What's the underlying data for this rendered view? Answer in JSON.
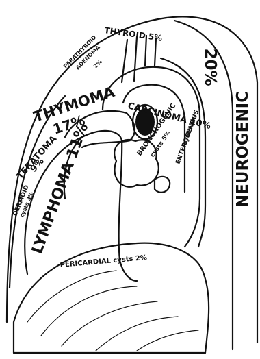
{
  "labels": {
    "thyroid": "THYROID 5%",
    "parathyroid_1": "PARATHYROID",
    "parathyroid_2": "ADENOMA",
    "parathyroid_3": "2%",
    "thymoma_1": "THYMOMA",
    "thymoma_2": "17%",
    "carcinoma": "CARCINOMA 10%",
    "neurogenic": "NEUROGENIC",
    "neurogenic_pct": "20%",
    "teratoma_1": "TERATOMA",
    "teratoma_2": "9%",
    "bronchogenic_1": "BRONCHOGENIC",
    "bronchogenic_2": "cysts 5%",
    "enterogenous_1": "ENTEROGENOUS",
    "enterogenous_2": "cysts 2%",
    "dermoid_1": "DERMOID",
    "dermoid_2": "cysts 3%",
    "lymphoma": "LYMPHOMA 11%",
    "pericardial": "PERICARDIAL cysts 2%"
  }
}
